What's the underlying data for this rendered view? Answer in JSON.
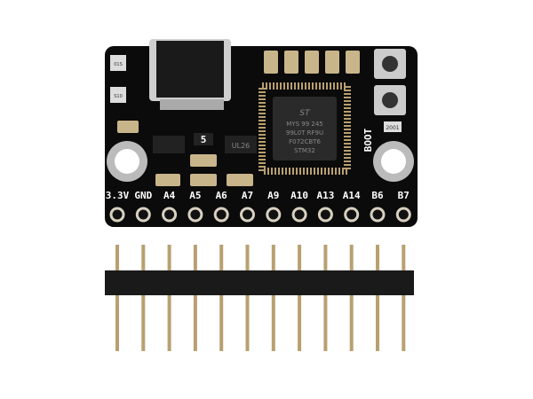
{
  "board": {
    "pin_labels": [
      "3.3V",
      "GND",
      "A4",
      "A5",
      "A6",
      "A7",
      "A9",
      "A10",
      "A13",
      "A14",
      "B6",
      "B7"
    ],
    "boot_label": "BOOT",
    "chip_lines": [
      "STM32",
      "F072CBT6",
      "99L0T RF9U",
      "MYS 99 245"
    ],
    "chip_logo": "ST",
    "ic_marks": [
      "5",
      "UL26"
    ],
    "resistor_marks": [
      "01S",
      "S10",
      "2001"
    ],
    "colors": {
      "pcb": "#0b0b0b",
      "silkscreen": "#ffffff",
      "pad": "#c9b58a",
      "pin": "#b8a070"
    }
  }
}
